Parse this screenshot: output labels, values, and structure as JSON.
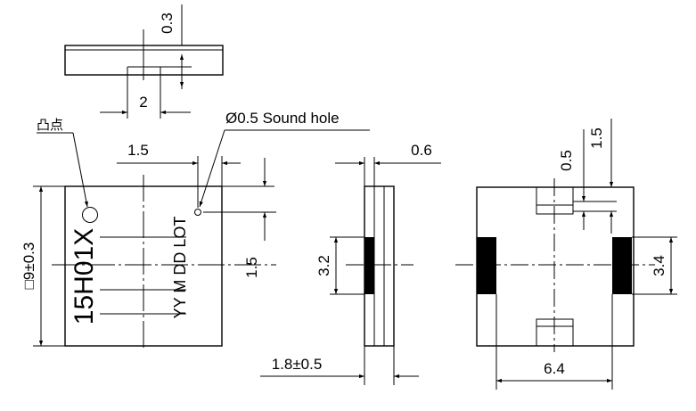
{
  "top_view": {
    "dim_thickness": "0.3",
    "dim_width": "2"
  },
  "front_view": {
    "polarity_mark_label": "凸点",
    "sound_hole_label": "Ø0.5 Sound hole",
    "dim_hole_x": "1.5",
    "dim_hole_y": "1.5",
    "dim_body": "□9±0.3",
    "marking_model": "15H01X",
    "marking_code": "YY M DD LOT"
  },
  "side_view": {
    "dim_width": "0.6",
    "dim_pad": "3.2",
    "dim_height": "1.8±0.5"
  },
  "bottom_view": {
    "dim_vent": "0.5",
    "dim_offset": "1.5",
    "dim_pad": "3.4",
    "dim_pad_span": "6.4"
  }
}
